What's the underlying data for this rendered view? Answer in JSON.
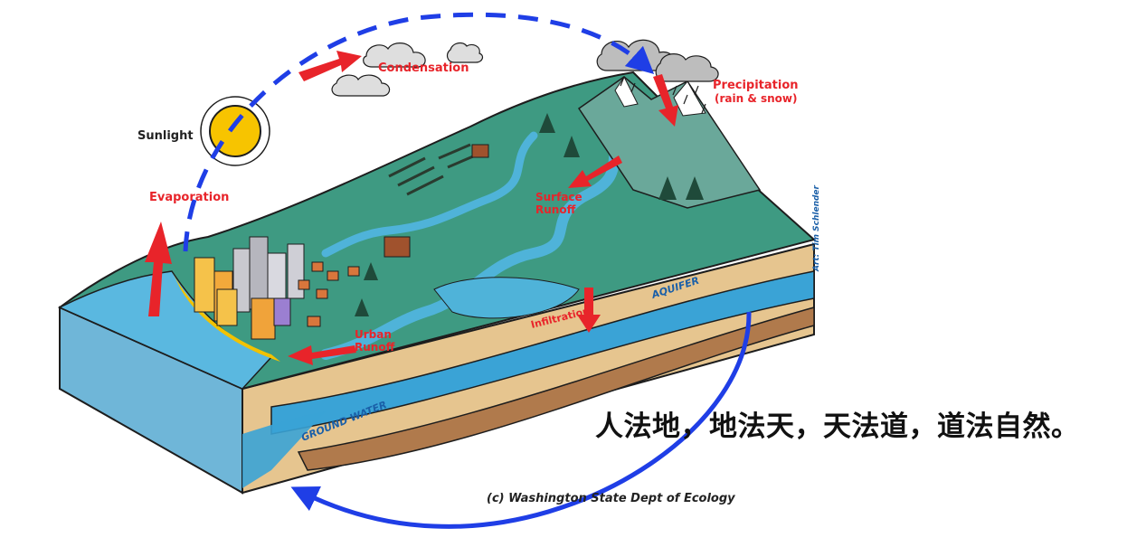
{
  "labels": {
    "sunlight": "Sunlight",
    "evaporation": "Evaporation",
    "condensation": "Condensation",
    "precipitation": "Precipitation",
    "precipitation_sub": "(rain & snow)",
    "surface_runoff_1": "Surface",
    "surface_runoff_2": "Runoff",
    "urban_runoff_1": "Urban",
    "urban_runoff_2": "Runoff",
    "infiltration": "Infiltration",
    "aquifer": "AQUIFER",
    "ground_water": "GROUND WATER",
    "artist_credit": "Art: Tim Schlender",
    "copyright": "(c) Washington State Dept of Ecology"
  },
  "quote": "人法地，地法天，天法道，道法自然。",
  "colors": {
    "cycle_arrow": "#1f3ee6",
    "label_red": "#e8242a",
    "water_blue": "#4fb3d9",
    "land_green": "#3e9a82",
    "soil_tan": "#e6c58f"
  }
}
